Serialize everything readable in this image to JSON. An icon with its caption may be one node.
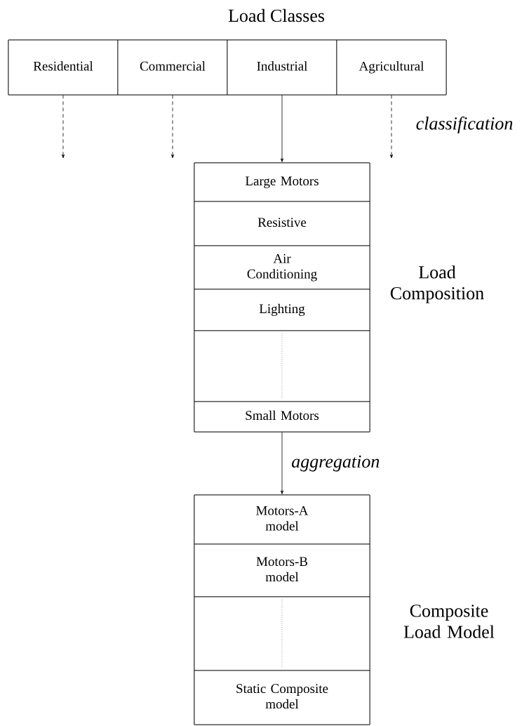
{
  "diagram": {
    "nodes": [
      {
        "text": [
          "Load Classes"
        ]
      },
      {
        "text": [
          "Residential"
        ],
        "in": 0
      },
      {
        "text": [
          "Commercial"
        ],
        "in": 0
      },
      {
        "text": [
          "Industrial"
        ],
        "in": 0
      },
      {
        "text": [
          "Agricultural"
        ],
        "in": 0
      },
      {
        "text": [],
        "shape": "box",
        "beside": [
          "Load Composition"
        ]
      },
      {
        "text": [
          "Large Motors"
        ],
        "in": 5
      },
      {
        "text": [
          "Resistive"
        ],
        "in": 5
      },
      {
        "text": [
          "Air Conditioning"
        ],
        "in": 5
      },
      {
        "text": [
          "Lighting"
        ],
        "in": 5
      },
      {
        "text": [],
        "shape": "box",
        "in": 5
      },
      {
        "text": [
          "Small Motors"
        ],
        "in": 5
      },
      {
        "text": [],
        "shape": "box",
        "beside": [
          "Composite Load Model"
        ]
      },
      {
        "text": [
          "Motors-A model"
        ],
        "in": 12
      },
      {
        "text": [
          "Motors-B model"
        ],
        "in": 12
      },
      {
        "text": [],
        "shape": "box",
        "in": 12
      },
      {
        "text": [
          "Static Composite model"
        ],
        "in": 12
      }
    ],
    "edges": [
      {
        "from": 1,
        "to": null,
        "arrow": "to",
        "style": "dashed"
      },
      {
        "from": 2,
        "to": null,
        "arrow": "to",
        "style": "dashed"
      },
      {
        "from": 3,
        "to": 5,
        "arrow": "to"
      },
      {
        "from": 4,
        "to": null,
        "arrow": "to",
        "style": "dashed"
      },
      {
        "from": 5,
        "to": 12,
        "arrow": "to",
        "label": "aggregation"
      }
    ],
    "labels": [
      "classification"
    ]
  }
}
